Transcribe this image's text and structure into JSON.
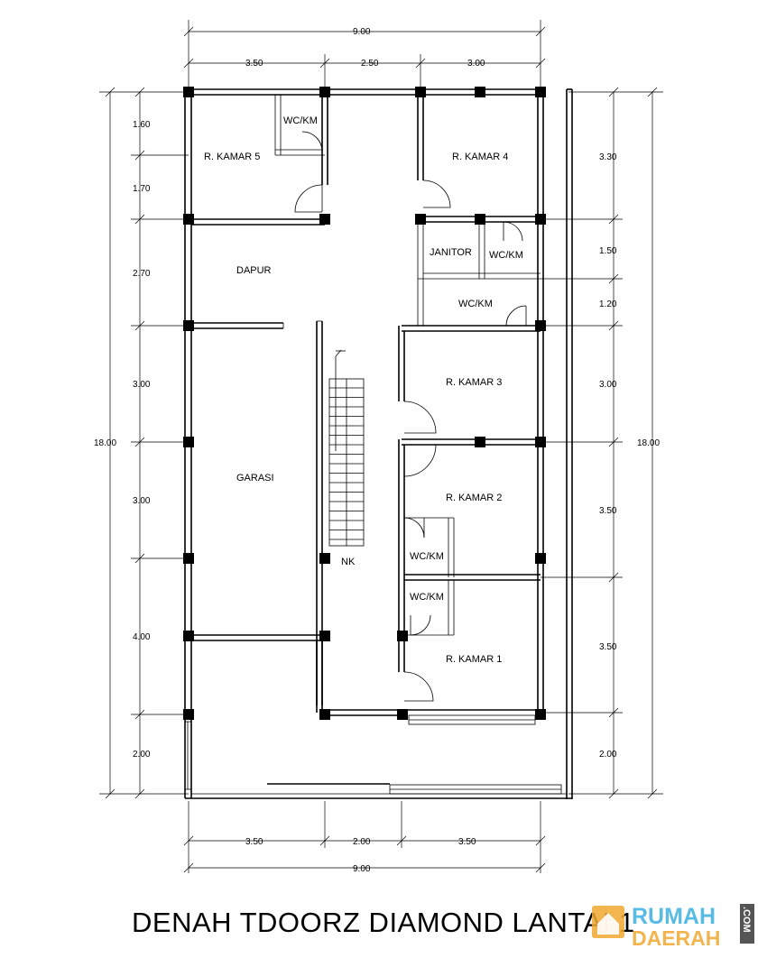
{
  "title": "DENAH TDOORZ DIAMOND LANTAI 1",
  "watermark": {
    "line1": "RUMAH",
    "line2": "DAERAH",
    "suffix": ".COM",
    "color_primary": "#3ab0e0",
    "color_secondary": "#f0a830"
  },
  "rooms": [
    {
      "id": "kamar5",
      "label": "R. KAMAR 5"
    },
    {
      "id": "wckm5",
      "label": "WC/KM"
    },
    {
      "id": "kamar4",
      "label": "R. KAMAR 4"
    },
    {
      "id": "janitor",
      "label": "JANITOR"
    },
    {
      "id": "wckm4",
      "label": "WC/KM"
    },
    {
      "id": "wckm-mid",
      "label": "WC/KM"
    },
    {
      "id": "dapur",
      "label": "DAPUR"
    },
    {
      "id": "kamar3",
      "label": "R. KAMAR 3"
    },
    {
      "id": "garasi",
      "label": "GARASI"
    },
    {
      "id": "kamar2",
      "label": "R. KAMAR 2"
    },
    {
      "id": "wckm2",
      "label": "WC/KM"
    },
    {
      "id": "wckm1",
      "label": "WC/KM"
    },
    {
      "id": "kamar1",
      "label": "R. KAMAR 1"
    },
    {
      "id": "stair",
      "label": "NK"
    }
  ],
  "dimensions": {
    "top_total": "9.00",
    "top_segments": [
      "3.50",
      "2.50",
      "3.00"
    ],
    "bottom_segments": [
      "3.50",
      "2.00",
      "3.50"
    ],
    "bottom_total": "9.00",
    "left_segments": [
      "1.60",
      "1.70",
      "2.70",
      "3.00",
      "3.00",
      "4.00",
      "2.00"
    ],
    "left_total": "18.00",
    "right_segments": [
      "3.30",
      "1.50",
      "1.20",
      "3.00",
      "3.50",
      "3.50",
      "2.00"
    ],
    "right_total": "18.00"
  }
}
